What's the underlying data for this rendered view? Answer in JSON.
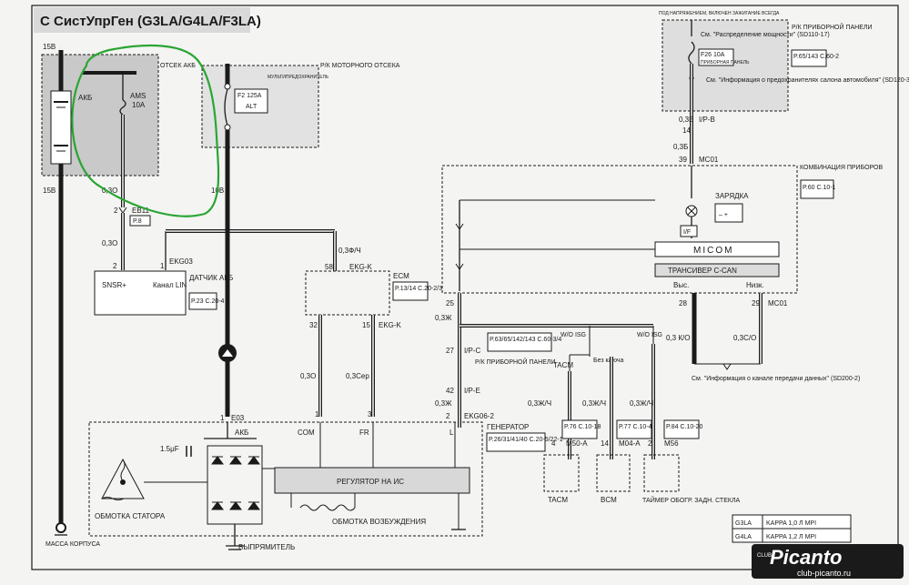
{
  "title": "С СистУпрГен (G3LA/G4LA/F3LA)",
  "colors": {
    "annotation": "#2aa534",
    "logo_bg": "#1a1a1a"
  },
  "top": {
    "fuse_ref_small": "ПОД НАПРЯЖЕНИЕМ, ВКЛЮЧЕН ЗАЖИГАНИЕ ВСЕГДА",
    "rk_panel": "Р/К ПРИБОРНОЙ ПАНЕЛИ",
    "rk_panel_ref": "P.65/143 C.60-2",
    "see_power": "См. \"Распределение мощности\" (SD110-17)",
    "fuse_panel": "F26 10A",
    "fuse_panel_sub": "ПРИБОРНАЯ ПАНЕЛЬ",
    "see_fuses": "См. \"Информация о предохранителях салона автомобиля\" (SD120-3)",
    "conn_14": "14",
    "conn_ip_b": "I/P-B",
    "wire_03b_a": "0,3Б",
    "wire_03b_b": "0,3Б",
    "conn_39": "39",
    "conn_mc01": "MC01"
  },
  "battery": {
    "wire_15b_top": "15B",
    "wire_15b_bot": "15B",
    "compartment": "ОТСЕК АКБ",
    "battery_label": "АКБ",
    "fuse_ams": "AMS",
    "fuse_ams_rating": "10A",
    "wire_03o_a": "0,3O",
    "wire_10b": "10B",
    "conn_2": "2",
    "conn_eb11": "EB11",
    "conn_p8": "P.8",
    "wire_03o_b": "0,3O",
    "conn_ekg03": "EKG03"
  },
  "engine_box": {
    "title": "Р/К МОТОРНОГО ОТСЕКА",
    "multi_fuse": "МУЛЬТИПРЕДОХРАНИТЕЛЬ",
    "fuse_rating": "F2 125A",
    "alt_label": "ALT"
  },
  "sensor": {
    "pin2": "2",
    "pin1": "1",
    "snsr": "SNSR+",
    "canal": "Канал LIN",
    "title": "ДАТЧИК АКБ",
    "ref": "P.23 C.20-4"
  },
  "ecm": {
    "wire_top": "0,3Ф/Ч",
    "pin58": "58",
    "conn": "EKG-K",
    "title": "ECM",
    "ref": "P.13/14 C.20-2/3",
    "pin32": "32",
    "pin15": "15",
    "conn2": "EKG-K",
    "wire_03o": "0,3O",
    "wire_03ser": "0,3Сер",
    "pin1": "1",
    "pin3": "3"
  },
  "cluster": {
    "title": "КОМБИНАЦИЯ ПРИБОРОВ",
    "ref": "P.60 C.10-1",
    "charge": "ЗАРЯДКА",
    "if_label": "I/F",
    "micom": "MICOM",
    "transceiver": "ТРАНСИВЕР C-CAN",
    "high": "Выс.",
    "low": "Низк.",
    "pin28": "28",
    "pin29": "29",
    "mc01": "MC01",
    "pin25": "25",
    "wire_03zh_a": "0,3Ж",
    "ref_group": "P.63/65/142/143 C.60-3/4",
    "pin27": "27",
    "conn_ip_c": "I/P-C",
    "rk_panel": "Р/К ПРИБОРНОЙ ПАНЕЛИ",
    "pin42": "42",
    "conn_ip_e": "I/P-E",
    "wire_03zh_b": "0,3Ж",
    "wire_03ko": "0,3 К/О",
    "wire_03so": "0,3С/О",
    "see_can": "См. \"Информация о канале передачи данных\" (SD200-2)"
  },
  "modules": {
    "wo_isg_1": "W/O ISG",
    "wo_isg_2": "W/O ISG",
    "tacm_top": "TACM",
    "no_key": "Без ключа",
    "wire_03zhch_a": "0,3Ж/Ч",
    "wire_03zhch_b": "0,3Ж/Ч",
    "wire_03zhch_c": "0,3Ж/Ч",
    "tacm_ref": "P.76 C.10-18",
    "tacm_pin": "4",
    "tacm_conn": "M50-A",
    "bcm_ref": "P.77 C.10-4",
    "bcm_pin": "14",
    "bcm_conn": "M04-A",
    "timer_ref": "P.84 C.10-20",
    "timer_pin": "2",
    "timer_conn": "M56",
    "tacm": "TACM",
    "bcm": "BCM",
    "timer": "ТАЙМЕР ОБОГР. ЗАДН. СТЕКЛА"
  },
  "generator": {
    "pin2": "2",
    "conn": "EKG06-2",
    "title": "ГЕНЕРАТОР",
    "ref": "P.26/31/41/40 C.20-5/22-1",
    "pin1": "1",
    "conn_e03": "E03",
    "akb": "АКБ",
    "com": "COM",
    "fr": "FR",
    "l": "L",
    "cap": "1.5μF",
    "regulator": "РЕГУЛЯТОР НА ИС",
    "stator": "ОБМОТКА СТАТОРА",
    "field": "ОБМОТКА ВОЗБУЖДЕНИЯ",
    "rectifier": "ВЫПРЯМИТЕЛЬ",
    "ground": "МАССА КОРПУСА"
  },
  "legend": {
    "rows": [
      {
        "code": "G3LA",
        "text": "KAPPA 1,0 Л MPI"
      },
      {
        "code": "G4LA",
        "text": "KAPPA 1,2 Л MPI"
      }
    ]
  },
  "logo": {
    "brand": "Picanto",
    "url": "club-picanto.ru",
    "club": "CLUB"
  }
}
